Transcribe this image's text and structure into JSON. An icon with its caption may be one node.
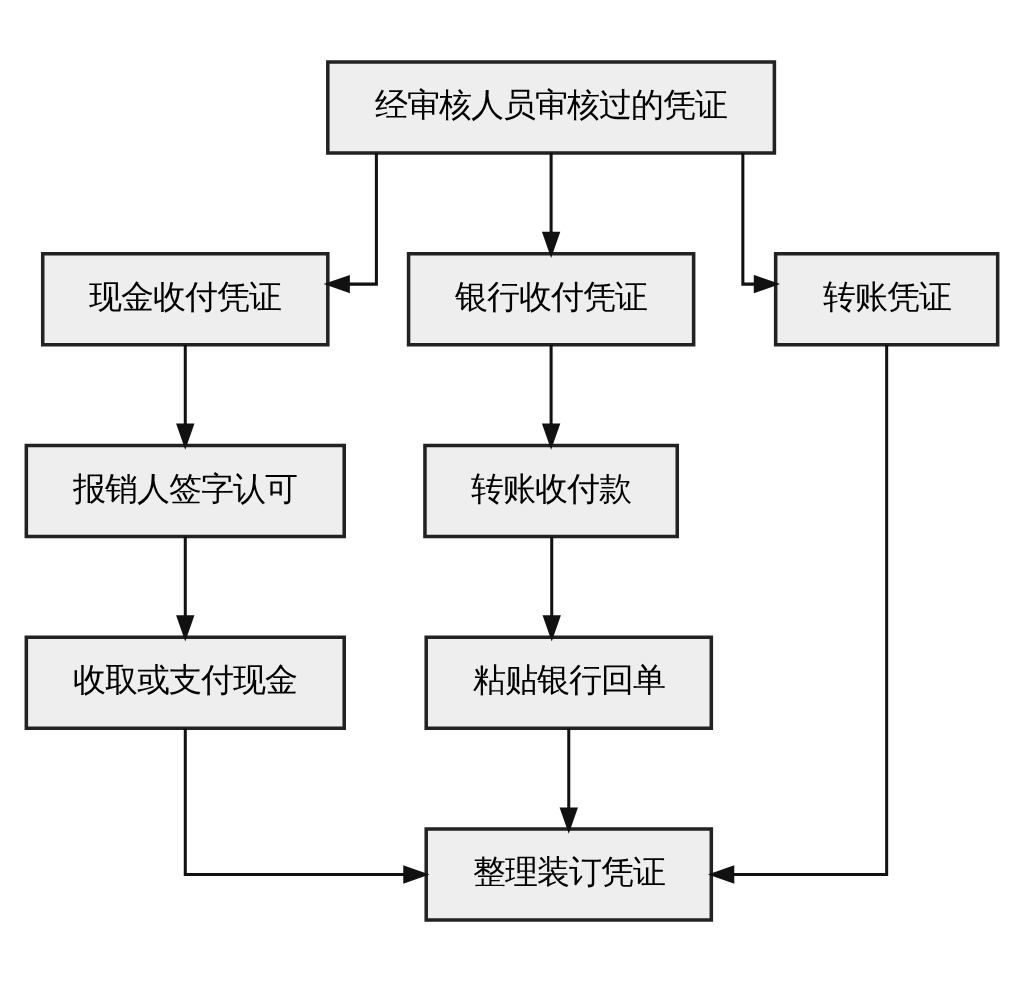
{
  "diagram": {
    "nodes": [
      {
        "text": [
          "经审核人员审核过的凭证"
        ]
      },
      {
        "text": [
          "现金收付凭证"
        ]
      },
      {
        "text": [
          "银行收付凭证"
        ]
      },
      {
        "text": [
          "转账凭证"
        ]
      },
      {
        "text": [
          "报销人签字认可"
        ]
      },
      {
        "text": [
          "转账收付款"
        ]
      },
      {
        "text": [
          "收取或支付现金"
        ]
      },
      {
        "text": [
          "粘贴银行回单"
        ]
      },
      {
        "text": [
          "整理装订凭证"
        ]
      }
    ],
    "edges": [
      {
        "from": 0,
        "to": 1,
        "arrow": "to"
      },
      {
        "from": 0,
        "to": 2,
        "arrow": "to"
      },
      {
        "from": 0,
        "to": 3,
        "arrow": "to"
      },
      {
        "from": 1,
        "to": 4,
        "arrow": "to"
      },
      {
        "from": 2,
        "to": 5,
        "arrow": "to"
      },
      {
        "from": 4,
        "to": 6,
        "arrow": "to"
      },
      {
        "from": 5,
        "to": 7,
        "arrow": "to"
      },
      {
        "from": 6,
        "to": 8,
        "arrow": "to"
      },
      {
        "from": 7,
        "to": 8,
        "arrow": "to"
      },
      {
        "from": 3,
        "to": 8,
        "arrow": "to"
      }
    ]
  }
}
